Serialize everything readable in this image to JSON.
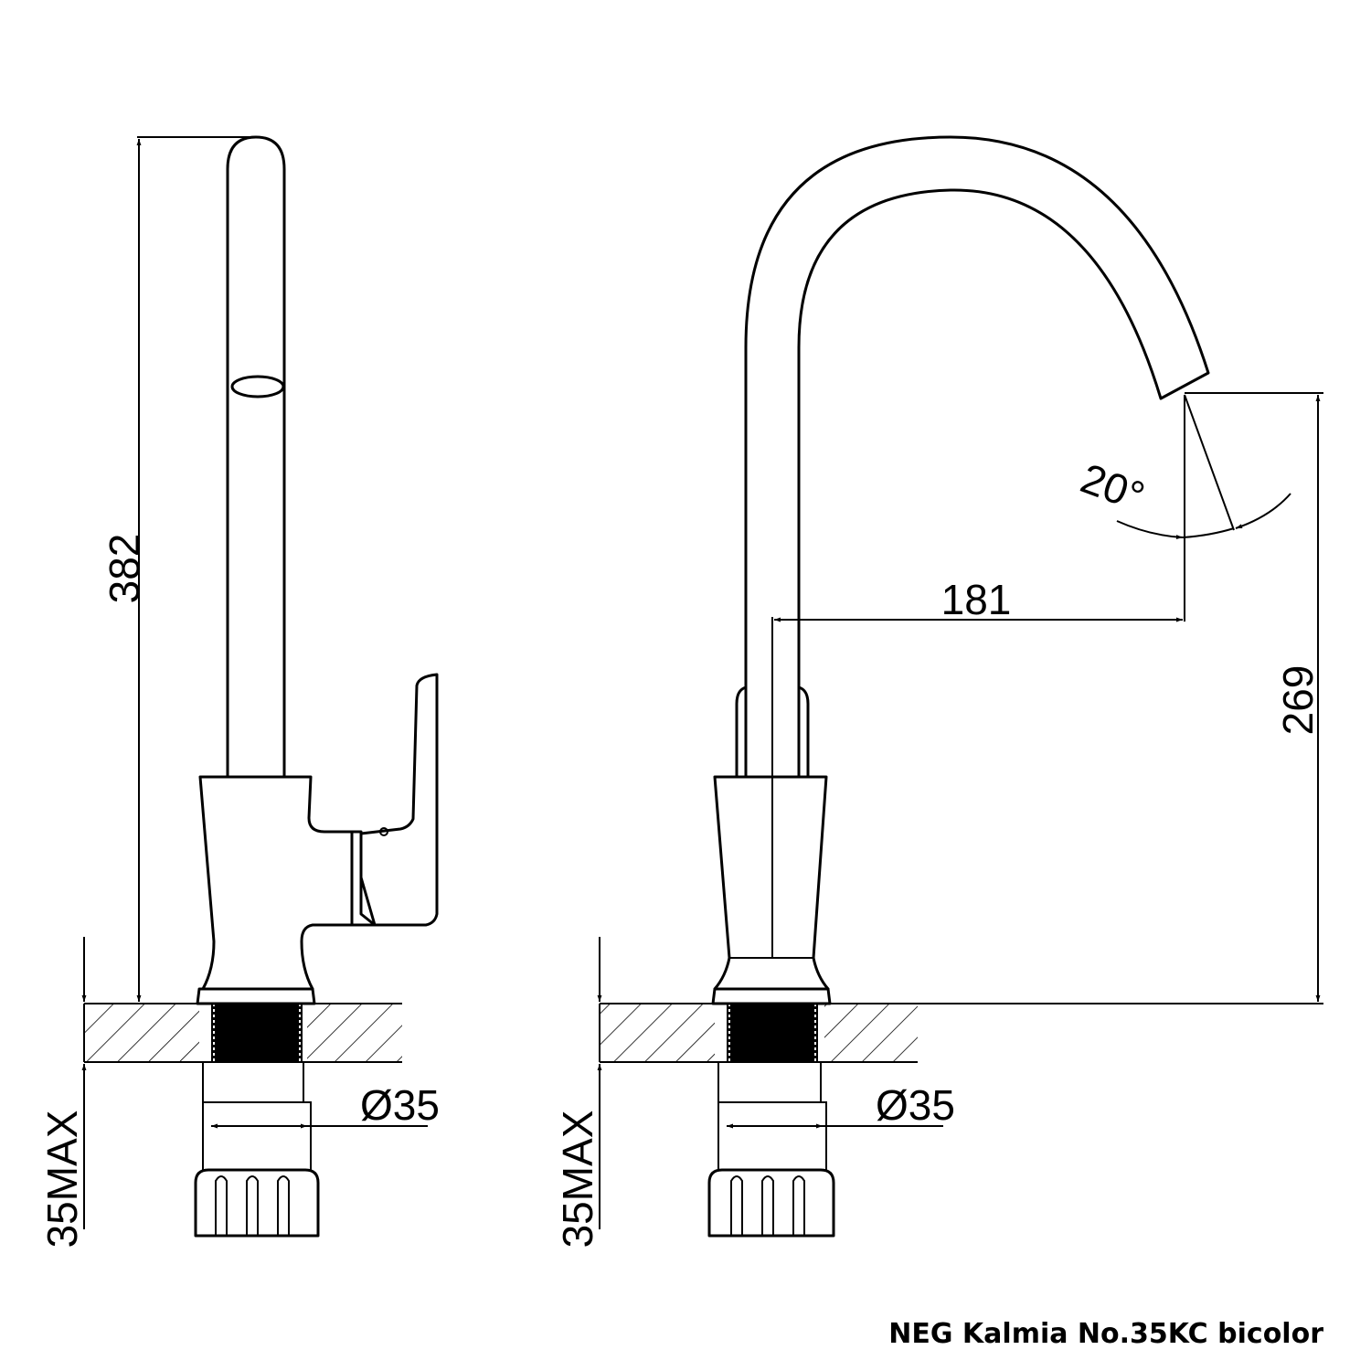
{
  "caption": "NEG Kalmia No.35KC bicolor",
  "dimensions": {
    "side_height": "382",
    "mount_left": "35MAX",
    "diameter_left": "Ø35",
    "reach": "181",
    "spout_height": "269",
    "angle": "20°",
    "mount_right": "35MAX",
    "diameter_right": "Ø35"
  }
}
